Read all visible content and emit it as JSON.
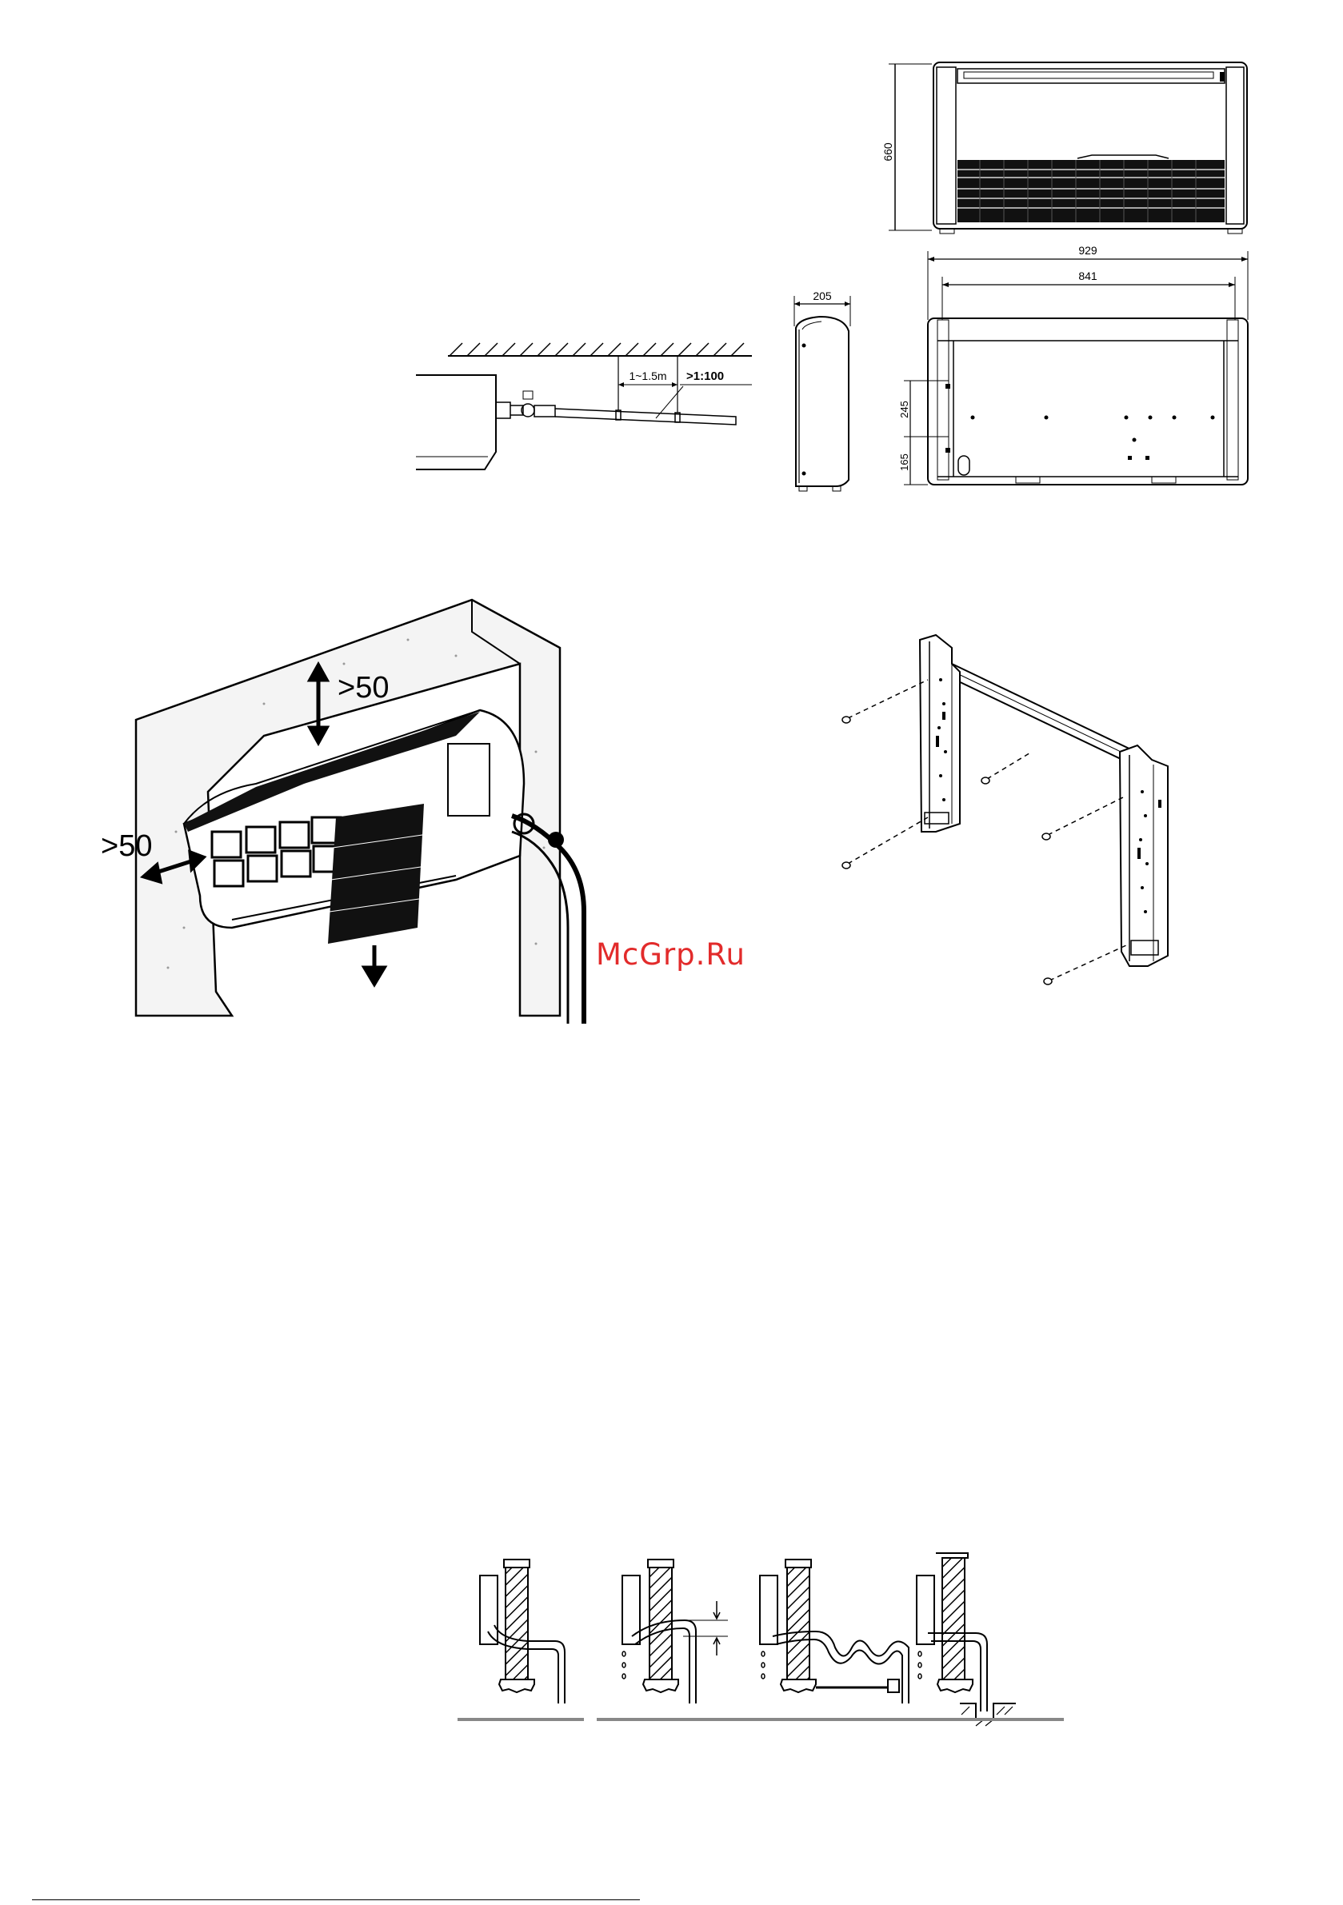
{
  "figures": {
    "front_view": {
      "height_label": "660"
    },
    "top_view": {
      "width_outer": "929",
      "width_inner": "841",
      "dim_upper": "245",
      "dim_lower": "165"
    },
    "side_view": {
      "depth_label": "205"
    },
    "drain_pipe": {
      "spacing_label": "1~1.5m",
      "slope_label": ">1:100"
    },
    "clearance": {
      "top_label": ">50",
      "side_label": ">50"
    }
  },
  "watermark": "McGrp.Ru"
}
